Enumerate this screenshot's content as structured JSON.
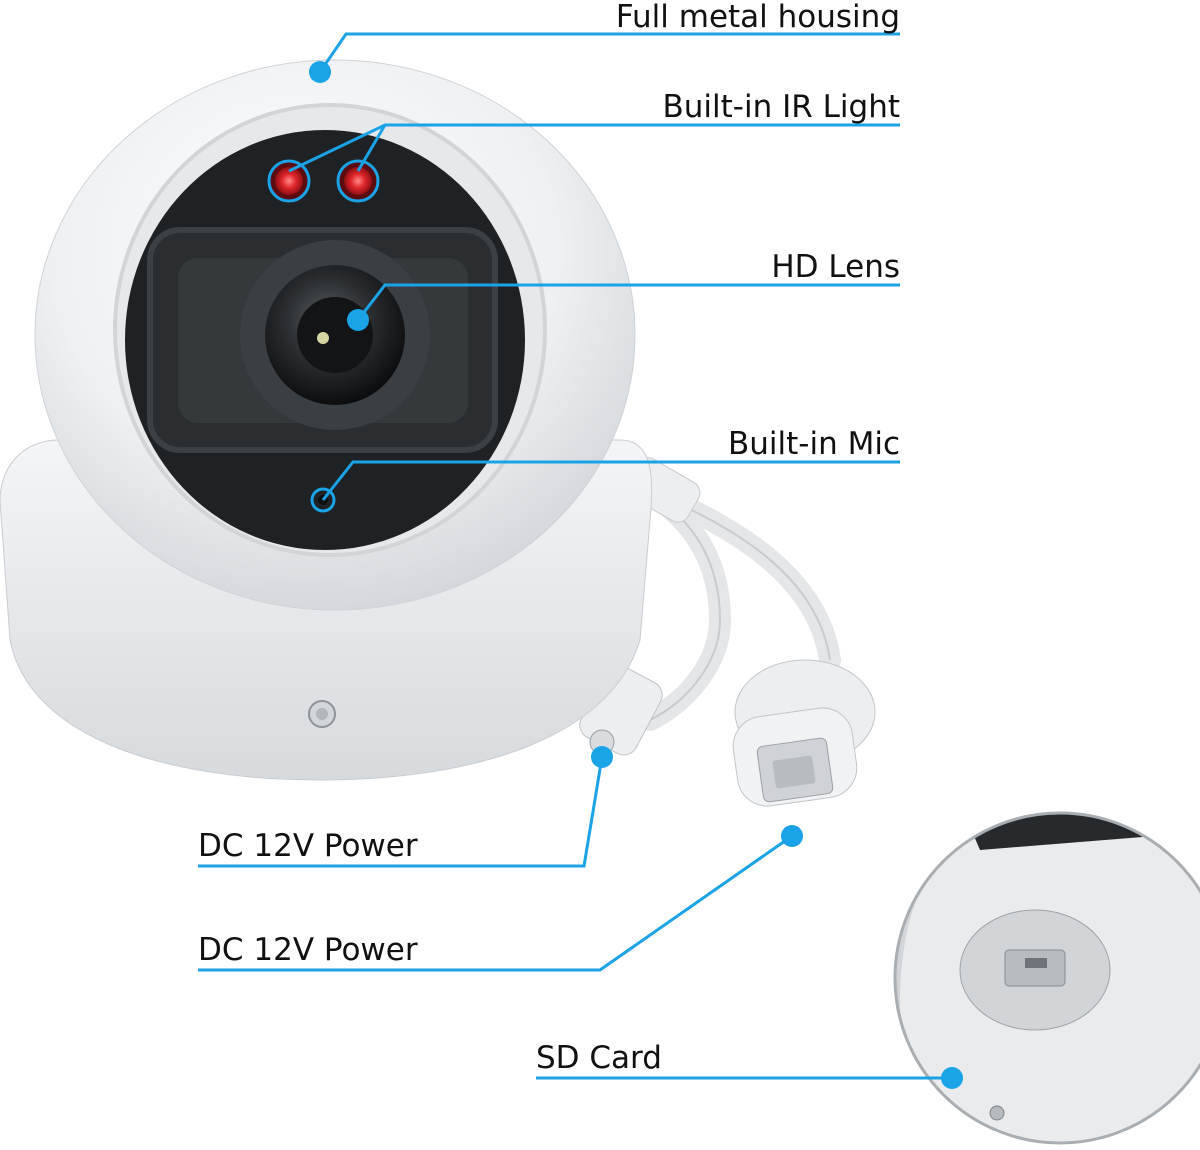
{
  "callouts": [
    {
      "id": "full-metal-housing",
      "label": "Full metal housing"
    },
    {
      "id": "built-in-ir-light",
      "label": "Built-in IR Light"
    },
    {
      "id": "hd-lens",
      "label": "HD Lens"
    },
    {
      "id": "built-in-mic",
      "label": "Built-in Mic"
    },
    {
      "id": "dc-power-1",
      "label": "DC 12V Power"
    },
    {
      "id": "dc-power-2",
      "label": "DC 12V Power"
    },
    {
      "id": "sd-card",
      "label": "SD Card"
    }
  ],
  "colors": {
    "accent": "#1aa3e6",
    "ir_led": "#e0262b",
    "housing": "#f3f4f6",
    "lens_bezel": "#1f2224"
  }
}
